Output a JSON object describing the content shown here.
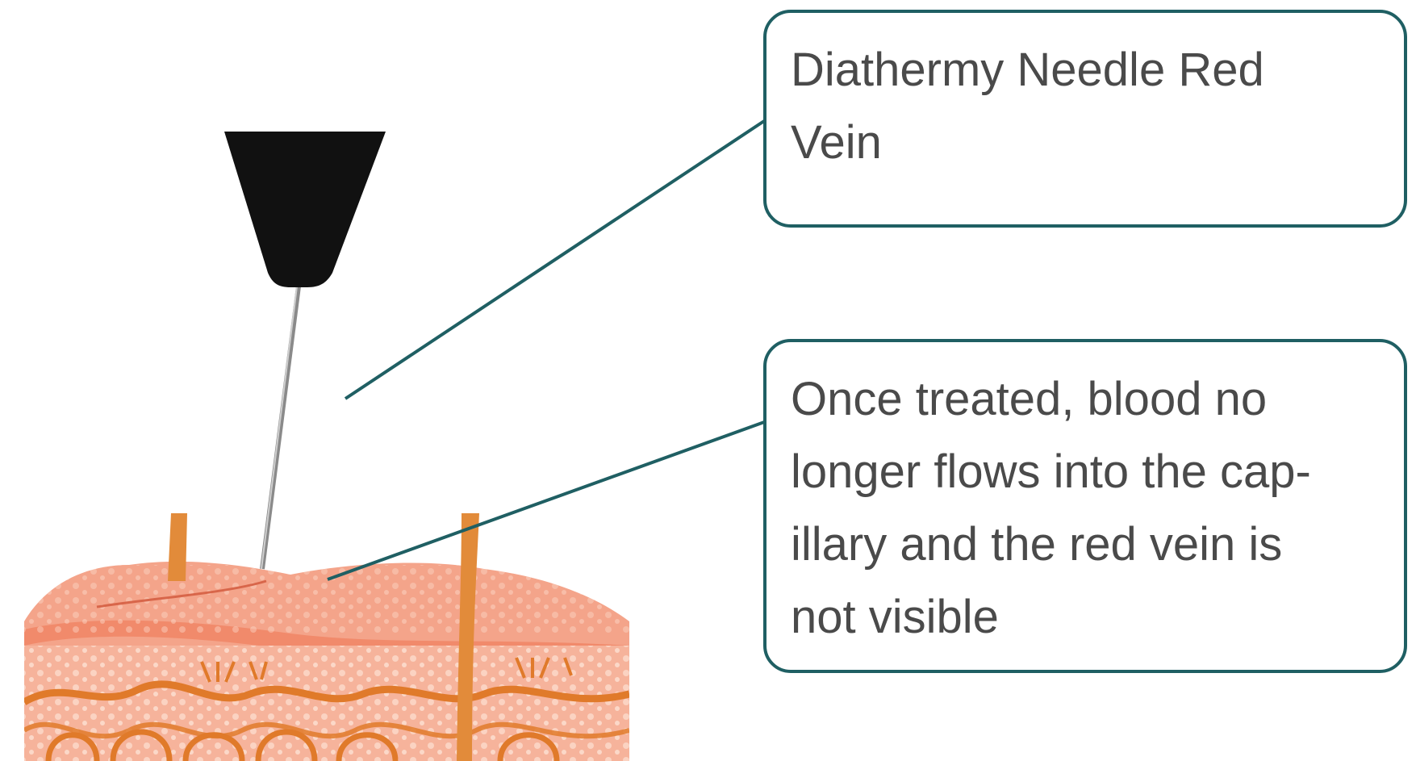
{
  "callouts": {
    "needle": {
      "line1": "Diathermy Needle Red",
      "line2": "Vein"
    },
    "result": {
      "line1": "Once treated, blood no",
      "line2": "longer flows into the cap-",
      "line3": "illary and the red vein is",
      "line4": "not visible"
    }
  },
  "colors": {
    "leader_line": "#1f5f63",
    "callout_border": "#1f5f63",
    "callout_text": "#4a4a4a",
    "needle_handle": "#111111",
    "skin_surface": "#f4a48a",
    "skin_vein": "#e07a2a"
  },
  "icons": {
    "needle": "diathermy-needle-icon",
    "skin": "skin-cross-section-illustration"
  }
}
